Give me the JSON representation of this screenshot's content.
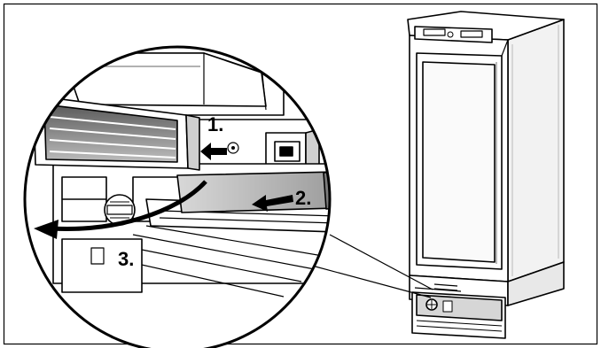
{
  "steps": [
    {
      "label": "1."
    },
    {
      "label": "2."
    },
    {
      "label": "3."
    }
  ],
  "colors": {
    "line": "#000000",
    "fill": "#ffffff",
    "shade": "#9a9a9a",
    "dark": "#4a4a4a"
  }
}
